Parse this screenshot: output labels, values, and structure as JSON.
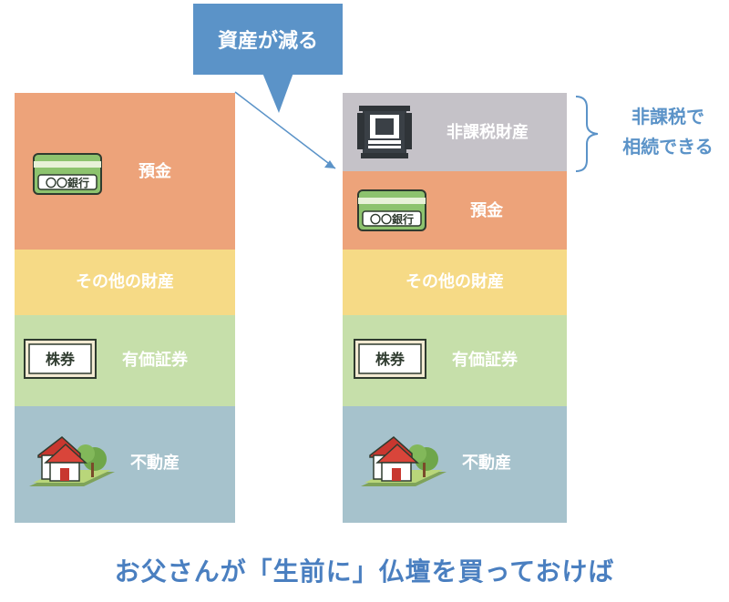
{
  "callout": {
    "text": "資産が減る",
    "color": "#5b93c8"
  },
  "left_stack": {
    "deposit": {
      "label": "預金",
      "color": "#eda37a",
      "bank_card_text": "〇〇銀行"
    },
    "other": {
      "label": "その他の財産",
      "color": "#f6da86"
    },
    "securities": {
      "label": "有価証券",
      "color": "#c6dfaa",
      "certificate_text": "株券"
    },
    "real_estate": {
      "label": "不動産",
      "color": "#a6c2cc"
    }
  },
  "right_stack": {
    "non_taxable": {
      "label": "非課税財産",
      "color": "#c5c2c8"
    },
    "deposit": {
      "label": "預金",
      "color": "#eda37a",
      "bank_card_text": "〇〇銀行"
    },
    "other": {
      "label": "その他の財産",
      "color": "#f6da86"
    },
    "securities": {
      "label": "有価証券",
      "color": "#c6dfaa",
      "certificate_text": "株券"
    },
    "real_estate": {
      "label": "不動産",
      "color": "#a6c2cc"
    }
  },
  "side_note": {
    "line1": "非課税で",
    "line2": "相続できる"
  },
  "caption": "お父さんが「生前に」仏壇を買っておけば"
}
